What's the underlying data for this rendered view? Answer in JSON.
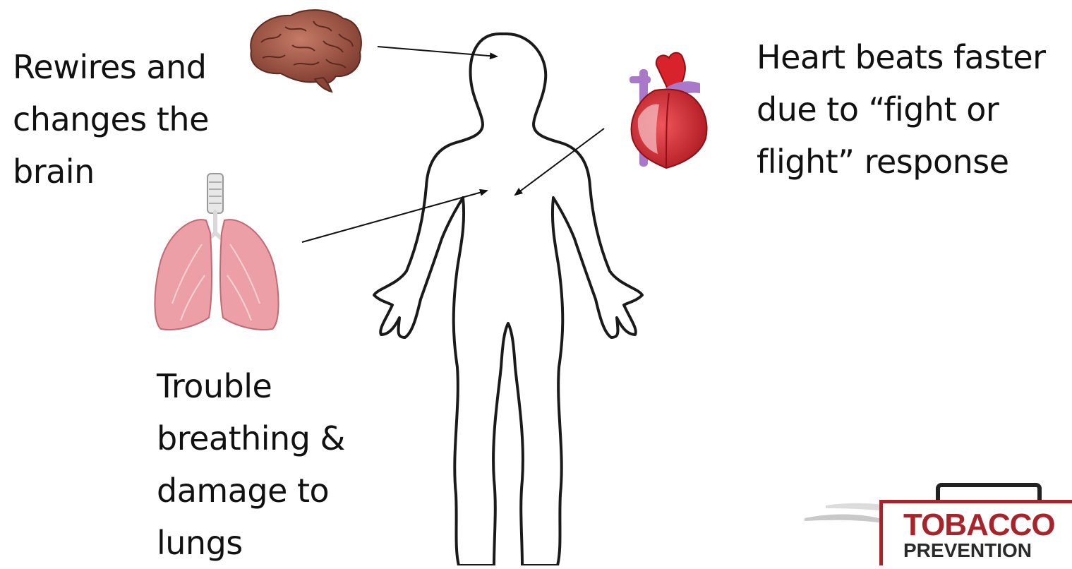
{
  "captions": {
    "brain": [
      "Rewires and",
      "changes the",
      "brain"
    ],
    "lungs": [
      "Trouble",
      "breathing &",
      "damage to",
      "lungs"
    ],
    "heart": [
      "Heart beats faster",
      "due to “fight or",
      "flight” response"
    ]
  },
  "logo": {
    "line1": "TOBACCO",
    "line2": "PREVENTION",
    "brand_color": "#a8242b"
  },
  "colors": {
    "body_outline": "#1a1a1a",
    "brain": "#9a4f3f",
    "lungs": "#ec9fa6",
    "heart": "#d8232c",
    "vessels": "#a978c9"
  },
  "icons": [
    "brain-icon",
    "lungs-icon",
    "heart-icon",
    "body-outline"
  ]
}
